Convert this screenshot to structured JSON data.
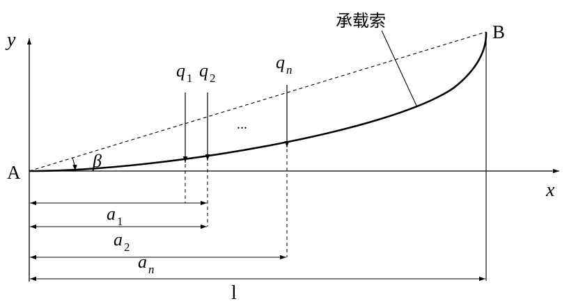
{
  "labels": {
    "y_axis": "y",
    "x_axis": "x",
    "point_a": "A",
    "point_b": "B",
    "cable": "承载索",
    "angle": "β",
    "dots": "...",
    "span": "l"
  },
  "loads": [
    {
      "symbol": "q",
      "subscript": "1"
    },
    {
      "symbol": "q",
      "subscript": "2"
    },
    {
      "symbol": "q",
      "subscript": "n"
    }
  ],
  "distances": [
    {
      "symbol": "a",
      "subscript": "1"
    },
    {
      "symbol": "a",
      "subscript": "2"
    },
    {
      "symbol": "a",
      "subscript": "n"
    }
  ]
}
